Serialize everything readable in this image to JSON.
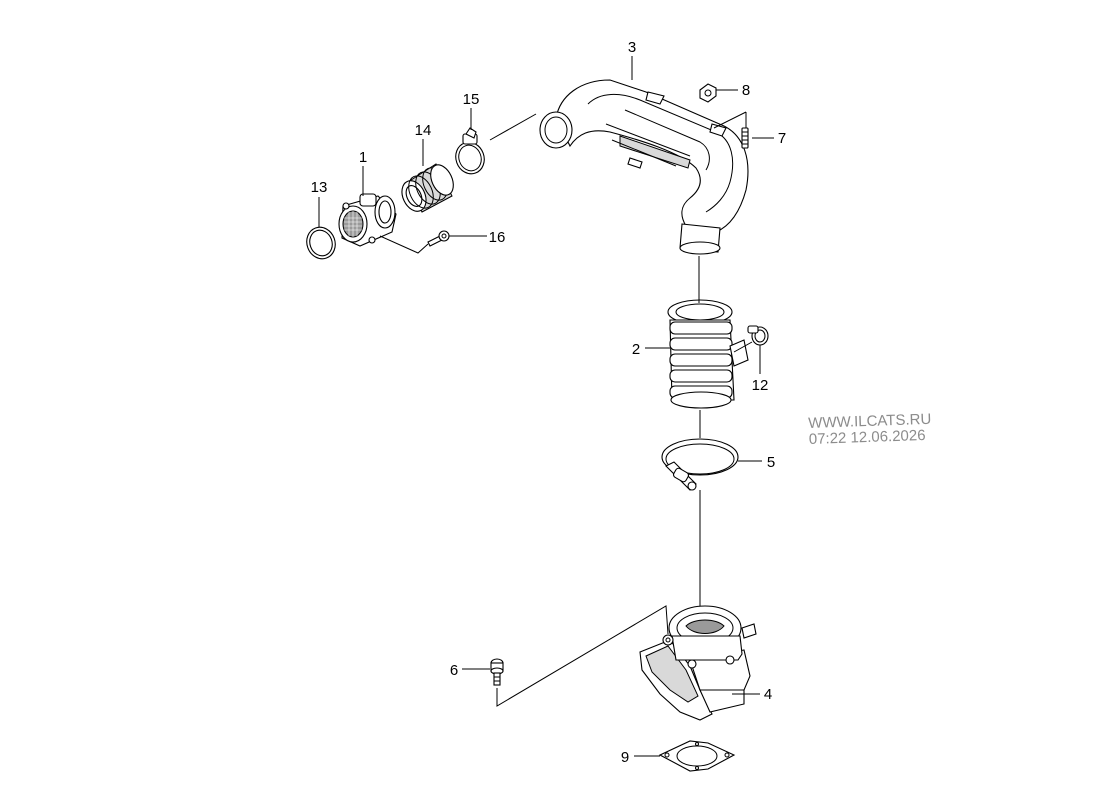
{
  "callouts": [
    {
      "id": "1",
      "label": "1"
    },
    {
      "id": "2",
      "label": "2"
    },
    {
      "id": "3",
      "label": "3"
    },
    {
      "id": "4",
      "label": "4"
    },
    {
      "id": "5",
      "label": "5"
    },
    {
      "id": "6",
      "label": "6"
    },
    {
      "id": "7",
      "label": "7"
    },
    {
      "id": "8",
      "label": "8"
    },
    {
      "id": "9",
      "label": "9"
    },
    {
      "id": "12",
      "label": "12"
    },
    {
      "id": "13",
      "label": "13"
    },
    {
      "id": "14",
      "label": "14"
    },
    {
      "id": "15",
      "label": "15"
    },
    {
      "id": "16",
      "label": "16"
    }
  ],
  "watermark": {
    "line1": "WWW.ILCATS.RU",
    "line2": "07:22  12.06.2026"
  },
  "colors": {
    "line": "#000000",
    "fill_light": "#d9d9d9",
    "fill_dark": "#9a9a9a",
    "watermark": "#8c8c8c"
  }
}
